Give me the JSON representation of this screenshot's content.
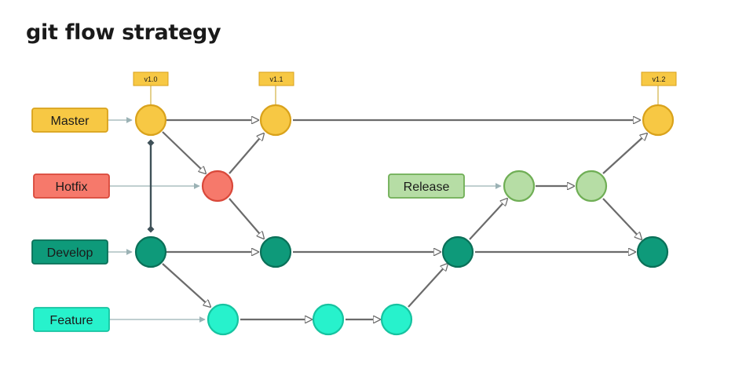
{
  "title": "git flow strategy",
  "colors": {
    "master": "#F7C844",
    "master_stroke": "#D9A21B",
    "hotfix": "#F6796B",
    "hotfix_stroke": "#D9483A",
    "release": "#B6DDA5",
    "release_stroke": "#6FAE55",
    "develop": "#0E9A7A",
    "develop_stroke": "#0A7058",
    "feature": "#27F2CC",
    "feature_stroke": "#16C3A0",
    "edge": "#6b6b6b",
    "guide": "#9bb2b5",
    "tag_connector": "#c9a21b",
    "dev_master_link": "#3f5158"
  },
  "branches": {
    "master": "Master",
    "hotfix": "Hotfix",
    "release": "Release",
    "develop": "Develop",
    "feature": "Feature"
  },
  "tags": {
    "v10": "v1.0",
    "v11": "v1.1",
    "v12": "v1.2"
  }
}
